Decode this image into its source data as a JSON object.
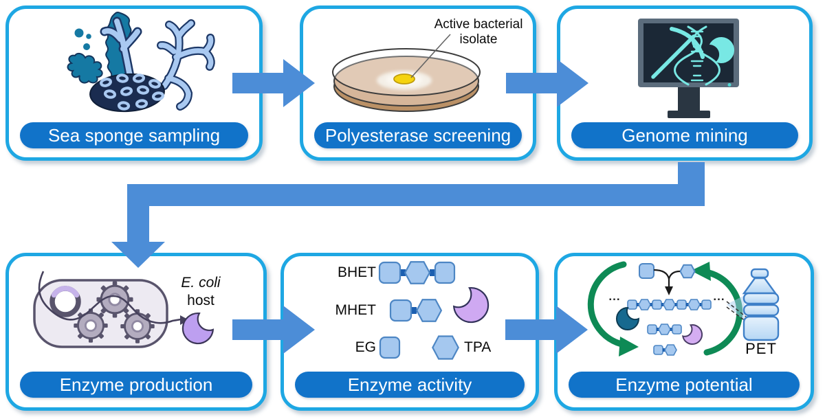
{
  "figure": {
    "type": "workflow-diagram",
    "rows": 2,
    "columns": 3,
    "flow": "left-to-right, then down to second row"
  },
  "panels": [
    {
      "label": "Sea sponge sampling",
      "icon": "sea-sponge-illustration"
    },
    {
      "label": "Polyesterase screening",
      "icon": "petri-dish-illustration",
      "annotation": "Active bacterial isolate"
    },
    {
      "label": "Genome mining",
      "icon": "computer-genome-mining-illustration"
    },
    {
      "label": "Enzyme production",
      "icon": "bacterial-cell-bioreactor-illustration",
      "host_line1": "E. coli",
      "host_line2": "host"
    },
    {
      "label": "Enzyme activity",
      "icon": "pet-hydrolysis-products-illustration",
      "molecules": {
        "bhet": "BHET",
        "mhet": "MHET",
        "eg": "EG",
        "tpa": "TPA"
      }
    },
    {
      "label": "Enzyme potential",
      "icon": "pet-recycling-illustration",
      "polymer_label": "PET",
      "chain_ellipsis_left": "...",
      "chain_ellipsis_right": "..."
    }
  ],
  "colors": {
    "panel_border": "#1ea7e3",
    "label_pill": "#1173c9",
    "arrow_blue": "#4c8dd7",
    "recycle_green": "#0e8a55",
    "enzyme_purple": "#bd9ff0",
    "enzyme_teal": "#17698f",
    "screen_cyan": "#78e8e4",
    "molecule_blue": "#a5c8ef",
    "molecule_stroke": "#4d86c4",
    "connector_blue": "#1c5fb0",
    "agar_tan": "#d6b69a",
    "colony_yellow": "#f5d30f"
  }
}
